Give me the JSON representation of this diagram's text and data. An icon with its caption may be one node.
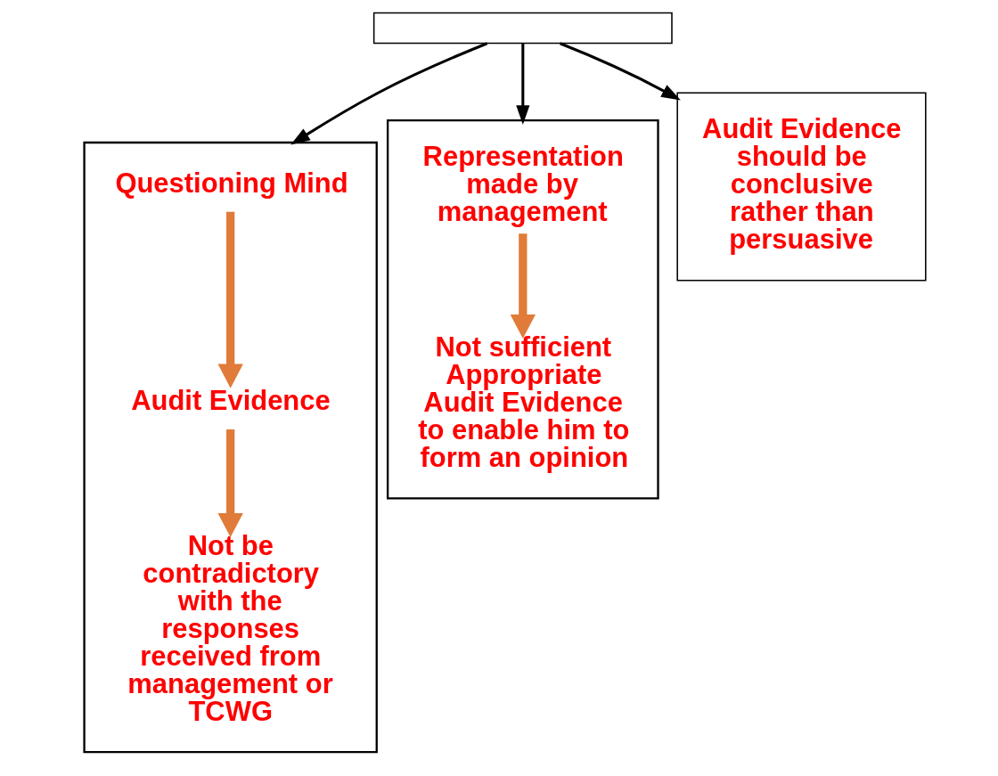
{
  "diagram": {
    "nodes": [
      {
        "text": [],
        "shape": "box"
      },
      {
        "text": [],
        "shape": "box"
      },
      {
        "text": [
          "Questioning Mind"
        ],
        "in": 1
      },
      {
        "text": [
          "Audit Evidence"
        ],
        "in": 1
      },
      {
        "text": [
          "Not be contradictory with the responses received from management or TCWG"
        ],
        "in": 1
      },
      {
        "text": [],
        "shape": "box"
      },
      {
        "text": [
          "Representation made by management"
        ],
        "in": 5
      },
      {
        "text": [
          "Not sufficient Appropriate Audit Evidence to enable him to form an opinion"
        ],
        "in": 5
      },
      {
        "text": [
          "Audit Evidence should be conclusive rather than persuasive"
        ]
      }
    ],
    "edges": [
      {
        "from": 0,
        "to": 1,
        "arrow": "to"
      },
      {
        "from": 0,
        "to": 5,
        "arrow": "to"
      },
      {
        "from": 0,
        "to": 8,
        "arrow": "to"
      },
      {
        "from": 2,
        "to": 3,
        "arrow": "to",
        "style": "thick",
        "color": "#e07b39"
      },
      {
        "from": 3,
        "to": 4,
        "arrow": "to",
        "style": "thick",
        "color": "#e07b39"
      },
      {
        "from": 6,
        "to": 7,
        "arrow": "to",
        "style": "thick",
        "color": "#e07b39"
      }
    ]
  }
}
